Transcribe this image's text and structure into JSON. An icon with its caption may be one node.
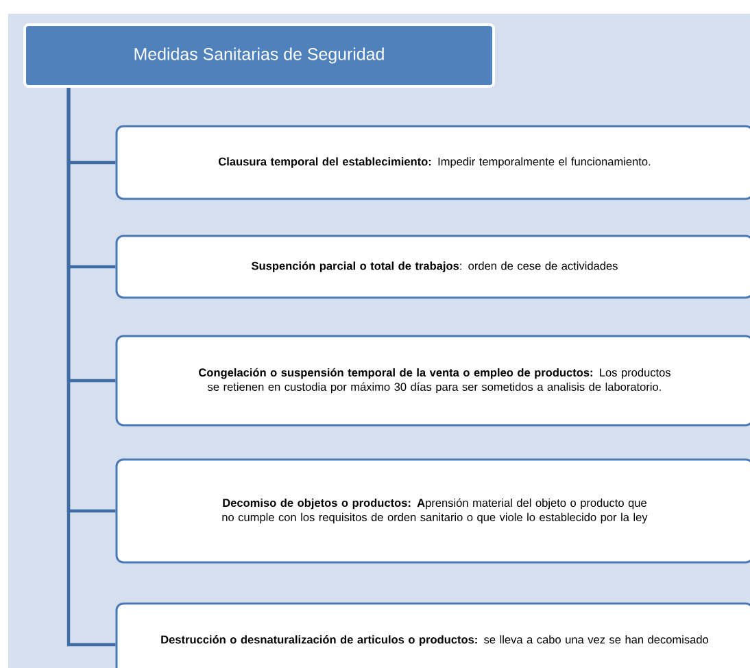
{
  "diagram": {
    "nodes": [
      {
        "text": [
          "Medidas Sanitarias de Seguridad"
        ]
      },
      {
        "text": [
          "**Clausura temporal del establecimiento:** Impedir temporalmente el funcionamiento."
        ]
      },
      {
        "text": [
          "**Suspención parcial o total de trabajos**: orden de cese de actividades"
        ]
      },
      {
        "text": [
          "**Congelación o suspensión temporal  de la venta o empleo de productos:** Los productos se retienen en custodia por máximo 30 días  para ser sometidos a analisis de laboratorio."
        ]
      },
      {
        "text": [
          "**Decomiso de objetos o productos: A**prensión material del objeto o producto que no cumple con los requisitos de orden sanitario o que viole lo establecido por la ley"
        ]
      },
      {
        "text": [
          "**Destrucción o desnaturalización de articulos o productos:** se lleva a cabo una vez se han decomisado"
        ]
      }
    ],
    "edges": [
      {
        "from": 0,
        "to": 1,
        "arrow": "none"
      },
      {
        "from": 0,
        "to": 2,
        "arrow": "none"
      },
      {
        "from": 0,
        "to": 3,
        "arrow": "none"
      },
      {
        "from": 0,
        "to": 4,
        "arrow": "none"
      },
      {
        "from": 0,
        "to": 5,
        "arrow": "none"
      }
    ]
  }
}
